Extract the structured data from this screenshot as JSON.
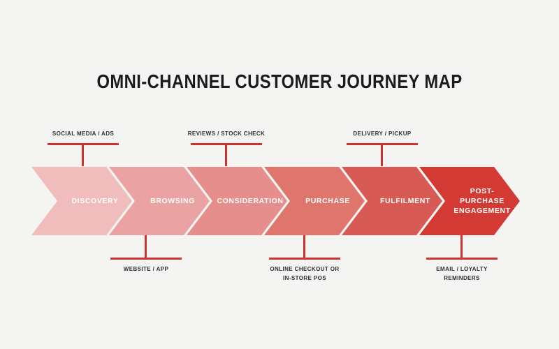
{
  "title": "OMNI-CHANNEL CUSTOMER JOURNEY MAP",
  "colors": {
    "background": "#f4f4f3",
    "connector": "#cb342f",
    "title_text": "#1b1b1b",
    "touchpoint_text": "#2e2e2e",
    "stage_text": "#ffffff"
  },
  "stages": [
    {
      "label": "DISCOVERY",
      "color": "#f0bcbc"
    },
    {
      "label": "BROWSING",
      "color": "#eaa3a2"
    },
    {
      "label": "CONSIDERATION",
      "color": "#e68e8b"
    },
    {
      "label": "PURCHASE",
      "color": "#df766e"
    },
    {
      "label": "FULFILMENT",
      "color": "#d85a55"
    },
    {
      "label": "POST-PURCHASE ENGAGEMENT",
      "color": "#d33a34"
    }
  ],
  "touchpoints_top": [
    {
      "label": "SOCIAL MEDIA / ADS",
      "stage": "DISCOVERY"
    },
    {
      "label": "REVIEWS / STOCK CHECK",
      "stage": "CONSIDERATION"
    },
    {
      "label": "DELIVERY / PICKUP",
      "stage": "FULFILMENT"
    }
  ],
  "touchpoints_bottom": [
    {
      "label": "WEBSITE / APP",
      "stage": "BROWSING"
    },
    {
      "label": "ONLINE CHECKOUT OR IN-STORE POS",
      "stage": "PURCHASE"
    },
    {
      "label": "EMAIL / LOYALTY REMINDERS",
      "stage": "POST-PURCHASE ENGAGEMENT"
    }
  ]
}
